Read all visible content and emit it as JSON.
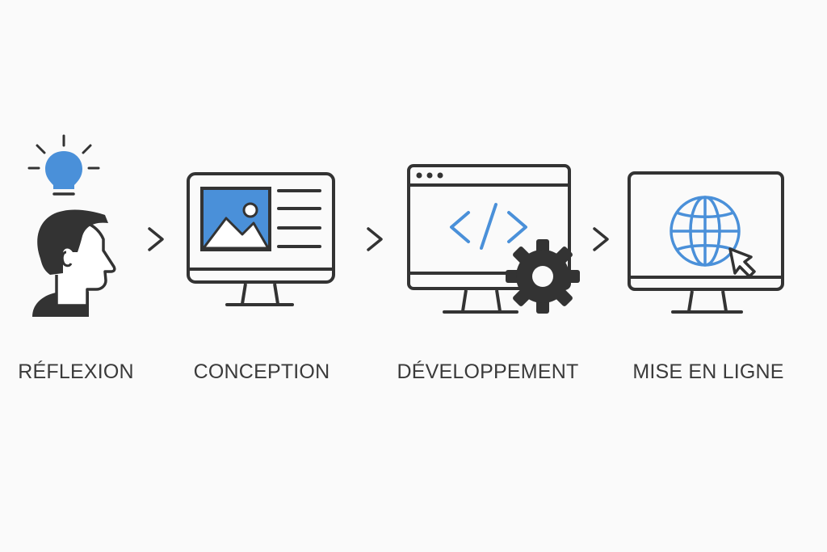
{
  "steps": [
    {
      "label": "RÉFLEXION",
      "icon": "person-lightbulb-icon"
    },
    {
      "label": "CONCEPTION",
      "icon": "monitor-image-icon"
    },
    {
      "label": "DÉVELOPPEMENT",
      "icon": "browser-code-gear-icon"
    },
    {
      "label": "MISE EN LIGNE",
      "icon": "monitor-globe-cursor-icon"
    }
  ],
  "connectors": [
    "chevron-right-icon",
    "chevron-right-icon",
    "chevron-right-icon"
  ],
  "colors": {
    "stroke": "#333333",
    "accent": "#4a90d9",
    "text": "#3a3a3a",
    "background": "#fafafa"
  }
}
